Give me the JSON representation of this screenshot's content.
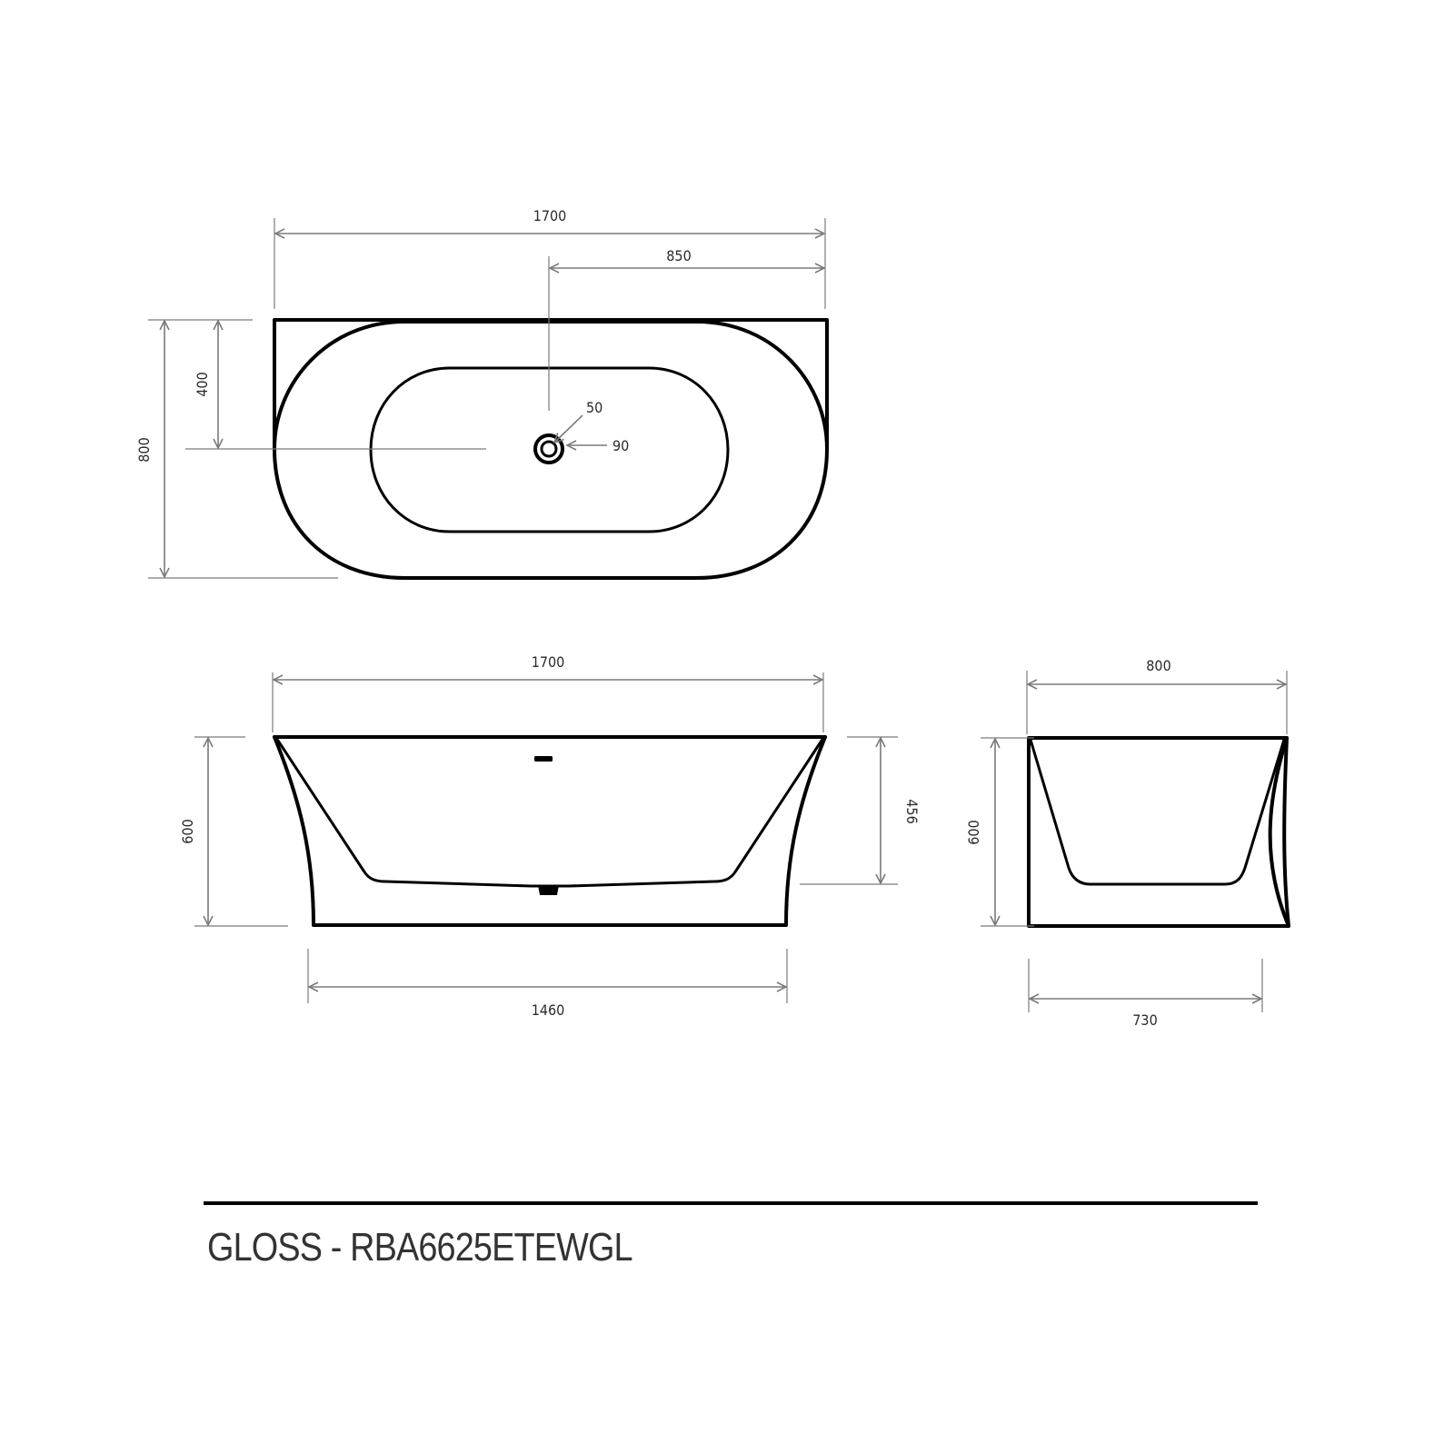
{
  "drawing": {
    "title": "GLOSS - RBA6625ETEWGL",
    "colors": {
      "outline": "#000000",
      "dimension": "#7a7a7a",
      "text": "#2a2a2a"
    },
    "plan_view": {
      "overall_length": "1700",
      "waste_offset_length": "850",
      "overall_width": "800",
      "waste_offset_width": "400",
      "waste_inner_diameter": "50",
      "waste_outer_diameter": "90"
    },
    "side_view": {
      "top_length": "1700",
      "base_length": "1460",
      "overall_height": "600",
      "internal_depth": "456"
    },
    "end_view": {
      "top_width": "800",
      "base_width": "730",
      "overall_height": "600"
    }
  }
}
